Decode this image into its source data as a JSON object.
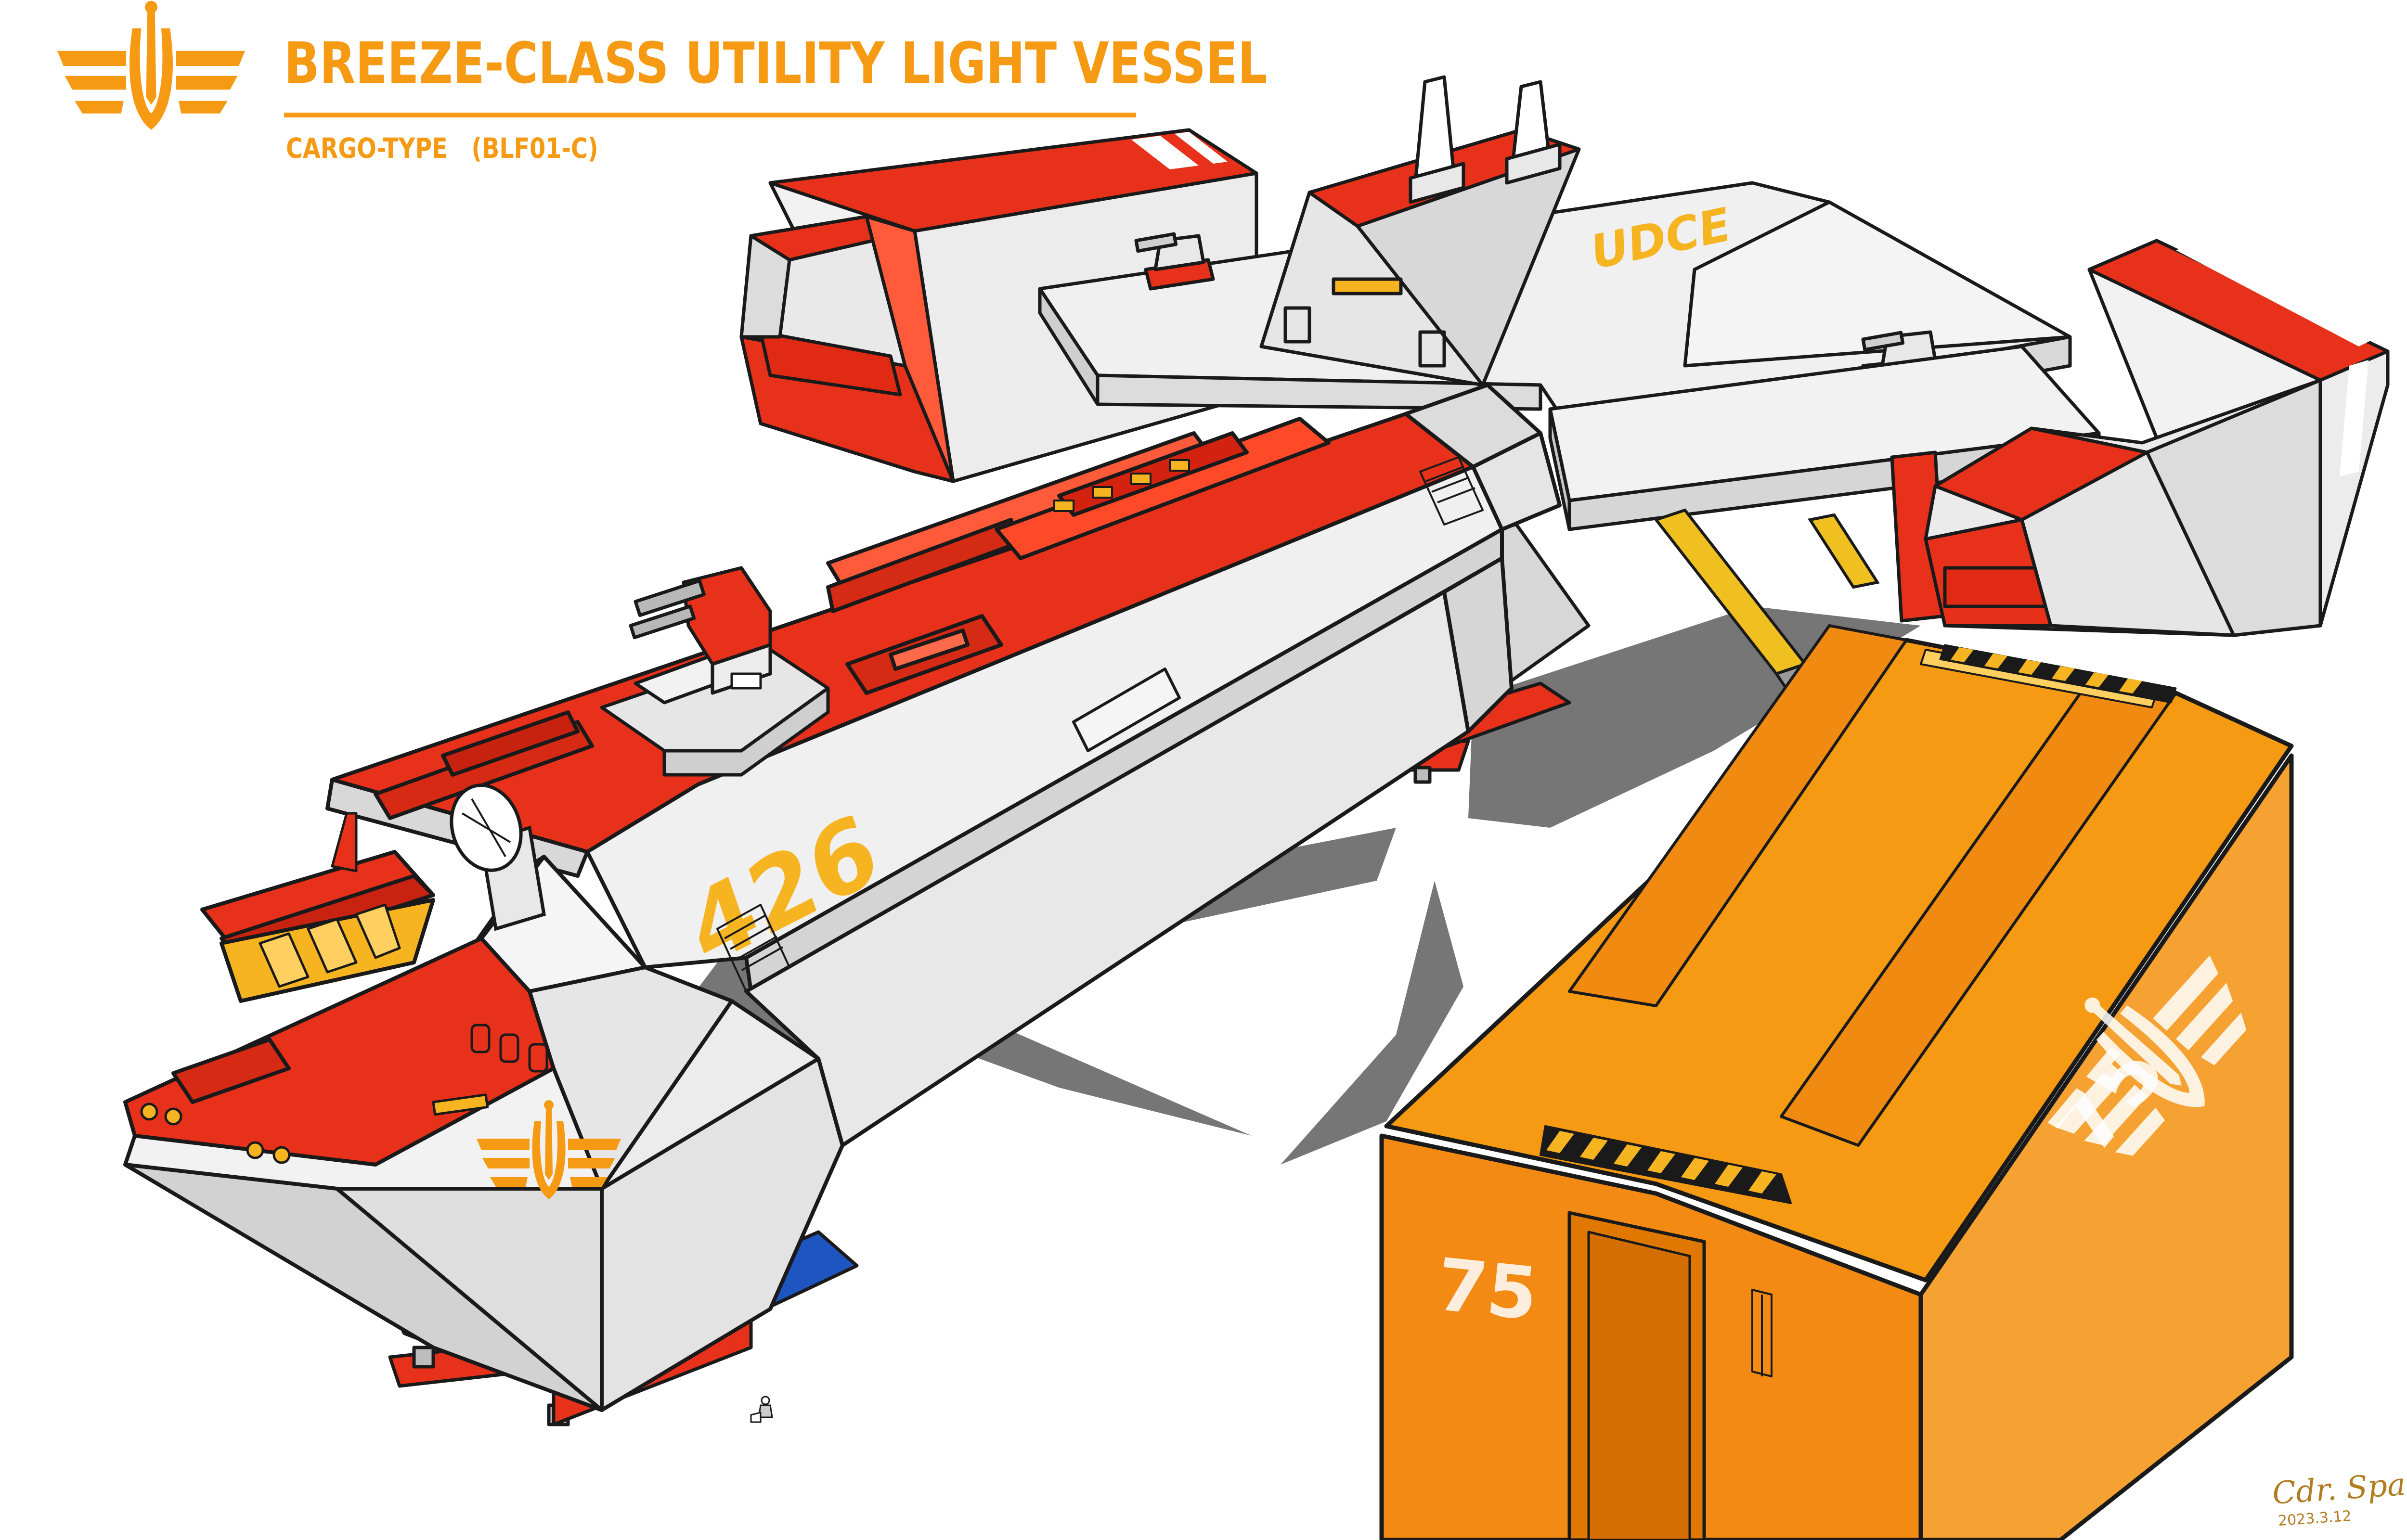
{
  "title": "BREEZE-CLASS UTILITY LIGHT VESSEL",
  "subtitle": "CARGO-TYPE   (BLF01-C)",
  "hull_number": "426",
  "wing_marking": "UDCE",
  "container_number": "75",
  "signature": "Cdr. Spark",
  "signature_date": "2023.3.12",
  "colors": {
    "brand_orange": "#f59a12",
    "hull_red": "#e8311a",
    "hull_white": "#f2f2f2",
    "container_orange": "#f28a14",
    "marking_yellow": "#f6b520",
    "shadow": "#757575"
  },
  "icons": [
    "winged-emblem-icon",
    "radar-dish-icon",
    "deck-turret-icon",
    "hazard-stripe-icon"
  ]
}
